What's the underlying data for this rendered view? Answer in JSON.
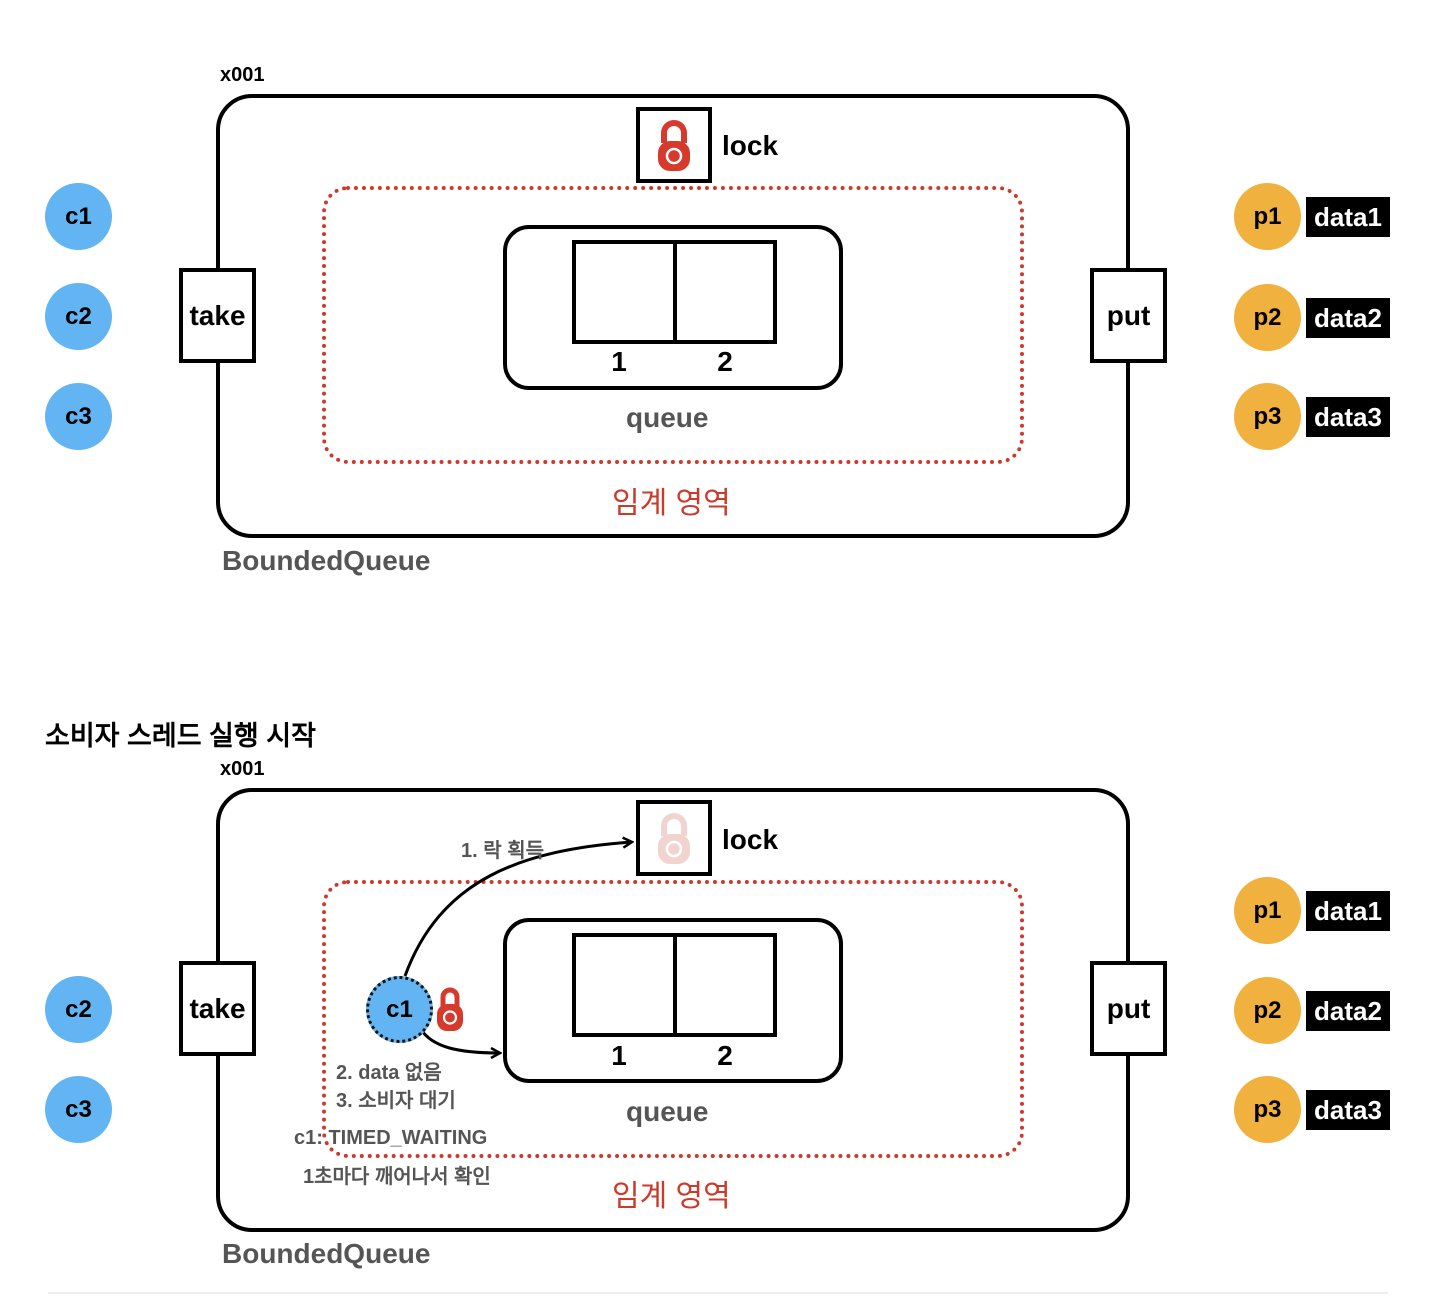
{
  "colors": {
    "consumer": "#62b5f2",
    "producer": "#f0b13f",
    "critical": "#cc3a2a",
    "lock_active": "#d63a2c",
    "lock_faded": "#f1d4cf"
  },
  "icons": [
    "lock-icon"
  ],
  "top": {
    "address": "x001",
    "lock_label": "lock",
    "take_label": "take",
    "put_label": "put",
    "slot_labels": [
      "1",
      "2"
    ],
    "queue_label": "queue",
    "critical_label": "임계 영역",
    "container_label": "BoundedQueue",
    "consumers": [
      "c1",
      "c2",
      "c3"
    ],
    "producers": [
      {
        "name": "p1",
        "data": "data1"
      },
      {
        "name": "p2",
        "data": "data2"
      },
      {
        "name": "p3",
        "data": "data3"
      }
    ]
  },
  "bottom": {
    "section_title": "소비자 스레드 실행 시작",
    "address": "x001",
    "lock_label": "lock",
    "take_label": "take",
    "put_label": "put",
    "slot_labels": [
      "1",
      "2"
    ],
    "queue_label": "queue",
    "critical_label": "임계 영역",
    "container_label": "BoundedQueue",
    "active_consumer": "c1",
    "waiting_consumers": [
      "c2",
      "c3"
    ],
    "producers": [
      {
        "name": "p1",
        "data": "data1"
      },
      {
        "name": "p2",
        "data": "data2"
      },
      {
        "name": "p3",
        "data": "data3"
      }
    ],
    "step1": "1. 락 획득",
    "step2": "2. data 없음",
    "step3": "3. 소비자 대기",
    "state": "c1: TIMED_WAITING",
    "state_note": "1초마다 깨어나서 확인"
  }
}
